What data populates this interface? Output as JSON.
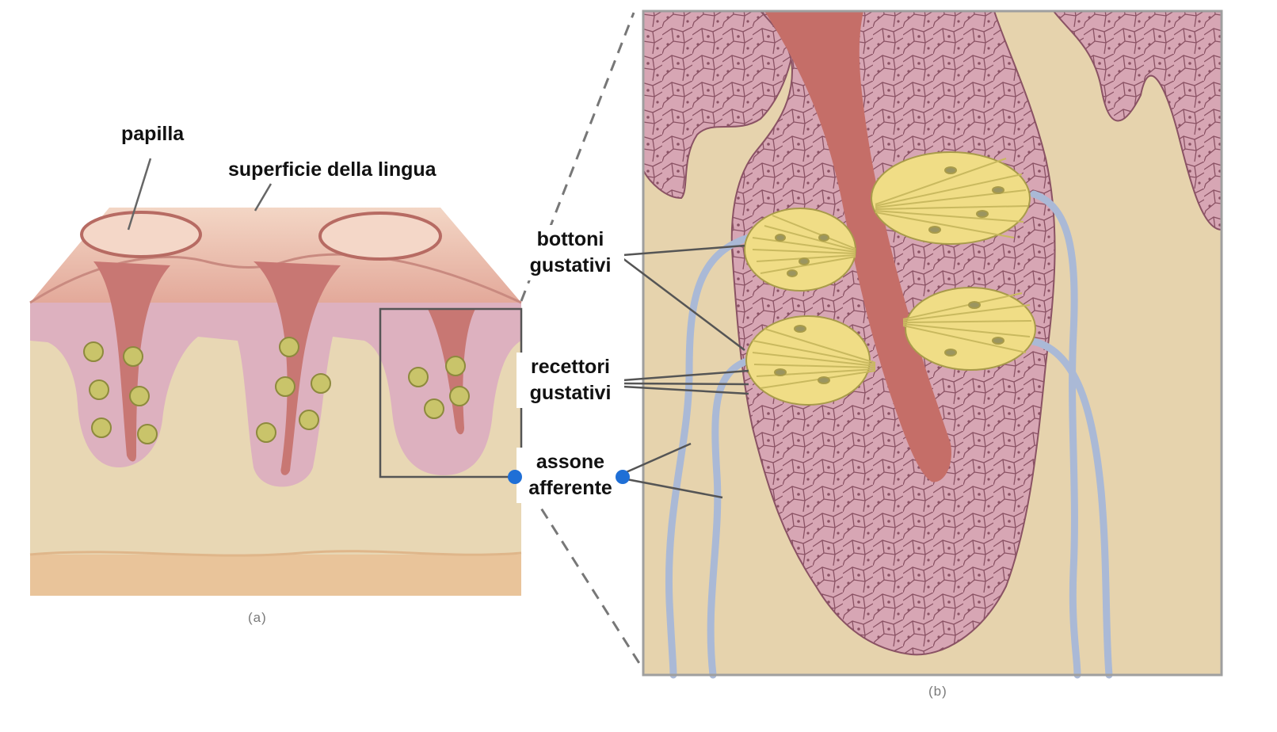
{
  "figure_a": {
    "label_papilla": "papilla",
    "label_surface": "superficie della lingua",
    "caption": "(a)"
  },
  "figure_b": {
    "label_buds_line1": "bottoni",
    "label_buds_line2": "gustativi",
    "label_receptors_line1": "recettori",
    "label_receptors_line2": "gustativi",
    "label_axon_line1": "assone",
    "label_axon_line2": "afferente",
    "caption": "(b)"
  },
  "colors": {
    "skin_beige": "#e6d3ad",
    "mucosa_pink": "#d4a3b0",
    "cell_lines": "#8f5566",
    "canal_red": "#c56e68",
    "bud_yellow": "#f0dd86",
    "nerve_blue": "#aab9d6",
    "selection_handle": "#1f6fd6"
  }
}
